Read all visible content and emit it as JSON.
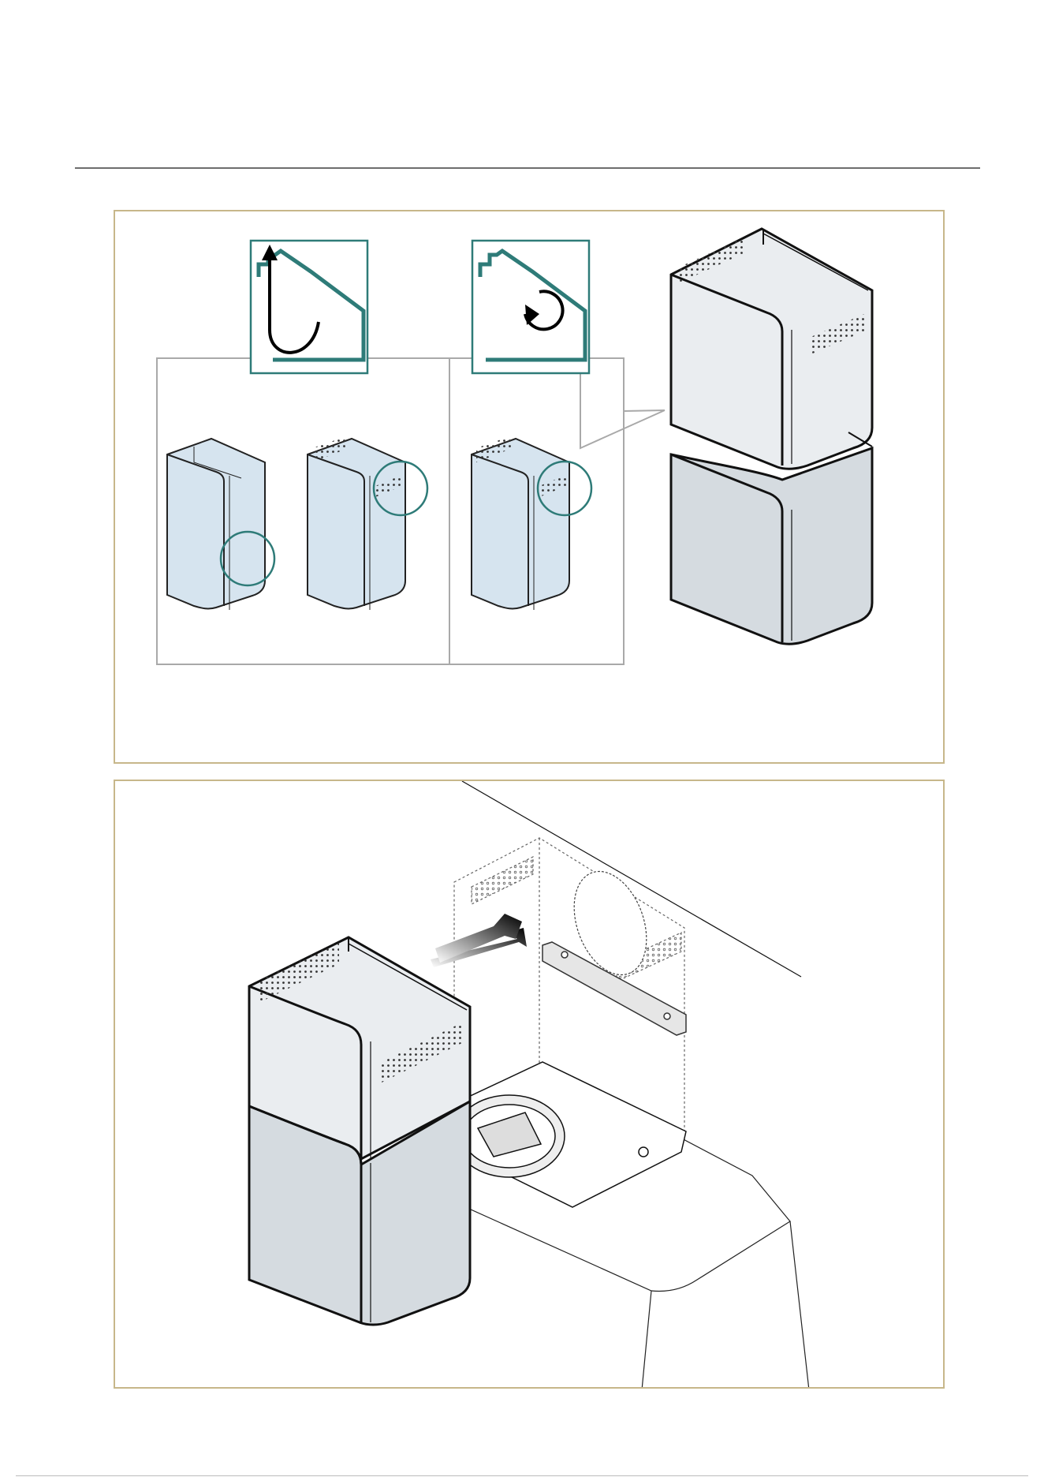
{
  "document": {
    "kind": "installation-instructions-page",
    "figures": [
      {
        "id": "figure-1",
        "content": "chimney-duct-assembly-extraction-and-recirculation"
      },
      {
        "id": "figure-2",
        "content": "chimney-mounting-on-wall-bracket"
      }
    ]
  },
  "colors": {
    "frame_border": "#c7b78a",
    "teal_icon": "#2e7b78",
    "duct_light_blue": "#d6e4ef",
    "duct_upper": "#eaedf0",
    "duct_lower": "#d5dbe0",
    "rule": "#6e6e6e"
  },
  "icons": [
    "exhaust-air-house-icon",
    "recirculation-house-icon",
    "down-arrow-icon",
    "insert-arrow-icon"
  ]
}
